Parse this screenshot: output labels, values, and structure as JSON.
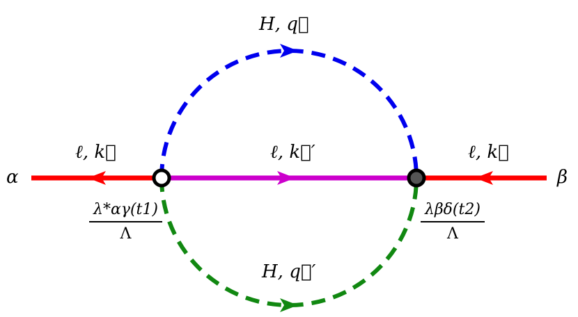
{
  "colors": {
    "lepton_external": "#ff0000",
    "lepton_internal": "#cc00cc",
    "higgs_top": "#0000ee",
    "higgs_bottom": "#118811",
    "vertex_left_fill": "#ffffff",
    "vertex_right_fill": "#555555"
  },
  "labels": {
    "alpha": "α",
    "beta": "β",
    "lepton_left": "ℓ, k⃗",
    "lepton_middle": "ℓ, k⃗′",
    "lepton_right": "ℓ, k⃗",
    "higgs_top": "H, q⃗",
    "higgs_bottom": "H, q⃗′",
    "coupling_left_num": "λ*αγ(t1)",
    "coupling_left_den": "Λ",
    "coupling_right_num": "λβδ(t2)",
    "coupling_right_den": "Λ"
  }
}
